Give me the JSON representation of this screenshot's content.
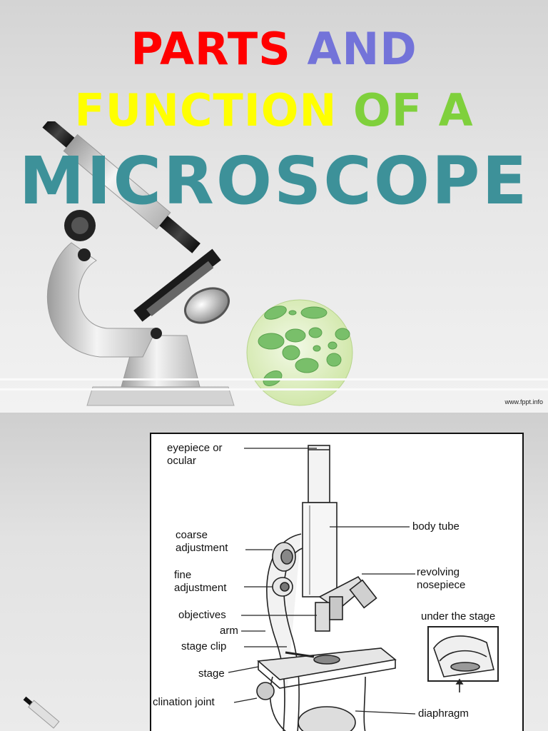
{
  "title": {
    "line1": [
      {
        "text": "PARTS",
        "color": "#ff0000"
      },
      {
        "text": "AND",
        "color": "#7373d9"
      }
    ],
    "line2": [
      {
        "text": "FUNCTION",
        "color": "#ffff00"
      },
      {
        "text": "OF A",
        "color": "#7fd03c"
      }
    ],
    "line3": {
      "text": "MICROSCOPE",
      "color": "#3d9199"
    }
  },
  "watermark": "www.fppt.info",
  "diagram": {
    "labels": {
      "eyepiece_1": "eyepiece or",
      "eyepiece_2": "ocular",
      "body_tube": "body tube",
      "coarse_1": "coarse",
      "coarse_2": "adjustment",
      "revolving_1": "revolving",
      "revolving_2": "nosepiece",
      "fine_1": "fine",
      "fine_2": "adjustment",
      "objectives": "objectives",
      "under_stage": "under the stage",
      "arm": "arm",
      "stage_clip": "stage clip",
      "stage": "stage",
      "inclination": "clination joint",
      "diaphragm": "diaphragm"
    }
  }
}
